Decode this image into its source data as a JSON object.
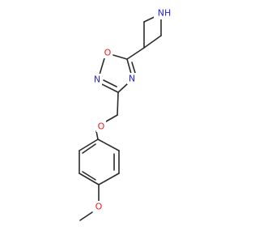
{
  "molecule": {
    "atoms": {
      "azetidine_nh": {
        "label": "NH",
        "color": "#2323dc"
      },
      "ring_o": {
        "label": "O",
        "color": "#ee1c1c"
      },
      "ring_n_left": {
        "label": "N",
        "color": "#2323dc"
      },
      "ring_n_right": {
        "label": "N",
        "color": "#2323dc"
      },
      "ether_o": {
        "label": "O",
        "color": "#ee1c1c"
      },
      "methoxy_o": {
        "label": "O",
        "color": "#ee1c1c"
      }
    },
    "bond_color": "#2b2b2b"
  }
}
